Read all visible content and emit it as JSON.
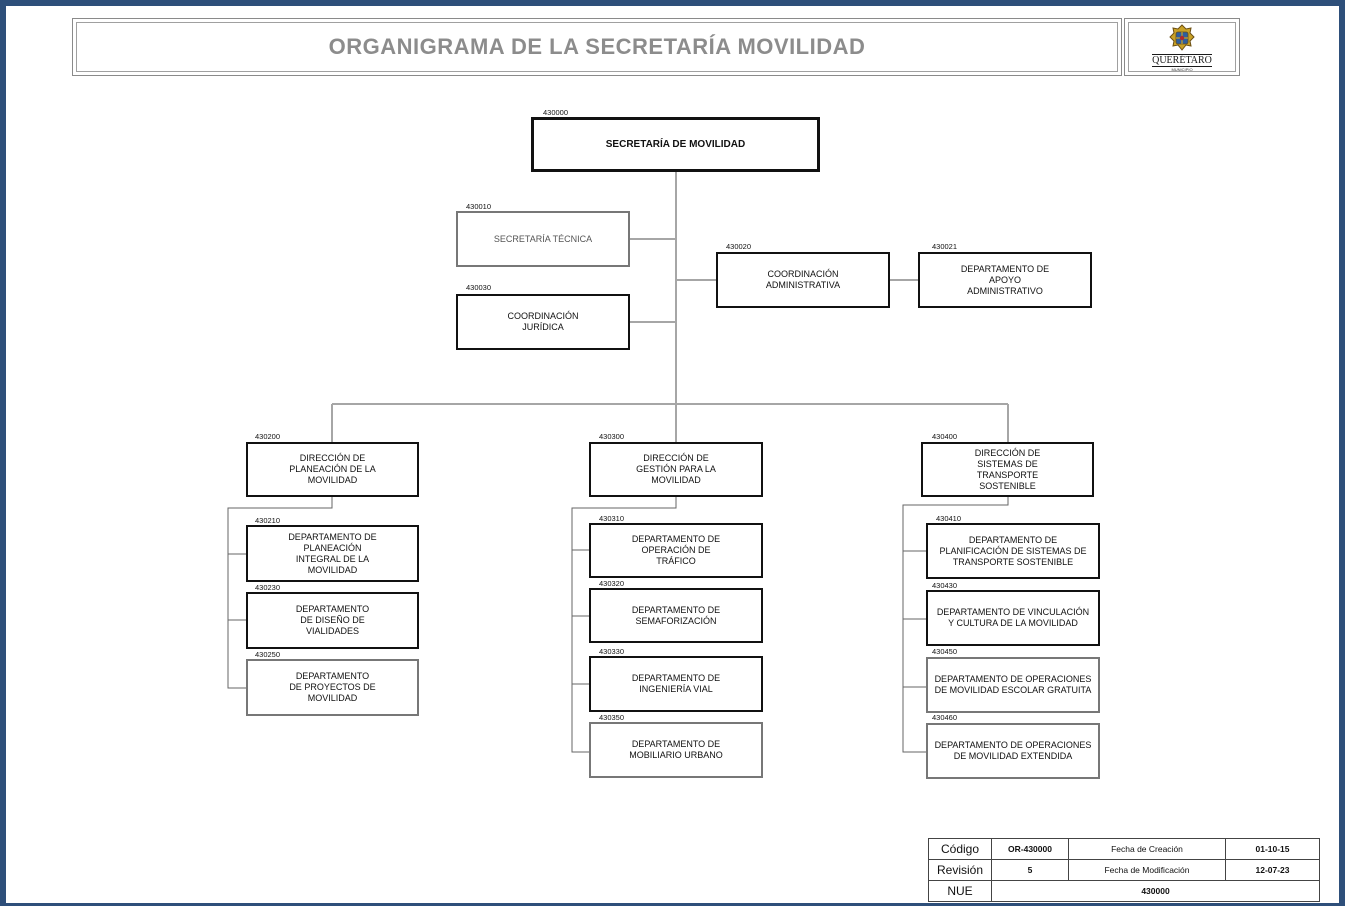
{
  "title": "ORGANIGRAMA  DE LA SECRETARÍA MOVILIDAD",
  "logo": {
    "text": "QUERÉTARO",
    "subtext": "MUNICIPIO",
    "icon": "coat-of-arms-icon"
  },
  "colors": {
    "frame": "#2e4f7a",
    "title_text": "#8c8c8c",
    "connector": "#a6a6a6"
  },
  "nodes": {
    "secretaria": {
      "code": "430000",
      "label": "SECRETARÍA DE MOVILIDAD"
    },
    "tecnica": {
      "code": "430010",
      "label": "SECRETARÍA TÉCNICA"
    },
    "juridica": {
      "code": "430030",
      "label": "COORDINACIÓN\nJURÍDICA"
    },
    "administrativa": {
      "code": "430020",
      "label": "COORDINACIÓN\nADMINISTRATIVA"
    },
    "apoyo": {
      "code": "430021",
      "label": "DEPARTAMENTO DE\nAPOYO\nADMINISTRATIVO"
    },
    "dir_planeacion": {
      "code": "430200",
      "label": "DIRECCIÓN DE\nPLANEACIÓN DE LA\nMOVILIDAD"
    },
    "dir_gestion": {
      "code": "430300",
      "label": "DIRECCIÓN DE\nGESTIÓN PARA LA\nMOVILIDAD"
    },
    "dir_sistemas": {
      "code": "430400",
      "label": "DIRECCIÓN DE\nSISTEMAS DE\nTRANSPORTE\nSOSTENIBLE"
    },
    "d430210": {
      "code": "430210",
      "label": "DEPARTAMENTO DE\nPLANEACIÓN\nINTEGRAL DE LA\nMOVILIDAD"
    },
    "d430230": {
      "code": "430230",
      "label": "DEPARTAMENTO\nDE DISEÑO DE\nVIALIDADES"
    },
    "d430250": {
      "code": "430250",
      "label": "DEPARTAMENTO\nDE PROYECTOS DE\nMOVILIDAD"
    },
    "d430310": {
      "code": "430310",
      "label": "DEPARTAMENTO DE\nOPERACIÓN DE\nTRÁFICO"
    },
    "d430320": {
      "code": "430320",
      "label": "DEPARTAMENTO DE\nSEMAFORIZACIÓN"
    },
    "d430330": {
      "code": "430330",
      "label": "DEPARTAMENTO DE\nINGENIERÍA VIAL"
    },
    "d430350": {
      "code": "430350",
      "label": "DEPARTAMENTO  DE\nMOBILIARIO URBANO"
    },
    "d430410": {
      "code": "430410",
      "label": "DEPARTAMENTO DE\nPLANIFICACIÓN DE SISTEMAS DE\nTRANSPORTE SOSTENIBLE"
    },
    "d430430": {
      "code": "430430",
      "label": "DEPARTAMENTO DE VINCULACIÓN\nY CULTURA DE LA MOVILIDAD"
    },
    "d430450": {
      "code": "430450",
      "label": "DEPARTAMENTO DE OPERACIONES\nDE MOVILIDAD ESCOLAR GRATUITA"
    },
    "d430460": {
      "code": "430460",
      "label": "DEPARTAMENTO DE OPERACIONES\nDE MOVILIDAD EXTENDIDA"
    }
  },
  "info_table": {
    "codigo_label": "Código",
    "codigo_value": "OR-430000",
    "creacion_label": "Fecha de Creación",
    "creacion_value": "01-10-15",
    "revision_label": "Revisión",
    "revision_value": "5",
    "modificacion_label": "Fecha de Modificación",
    "modificacion_value": "12-07-23",
    "nue_label": "NUE",
    "nue_value": "430000"
  }
}
